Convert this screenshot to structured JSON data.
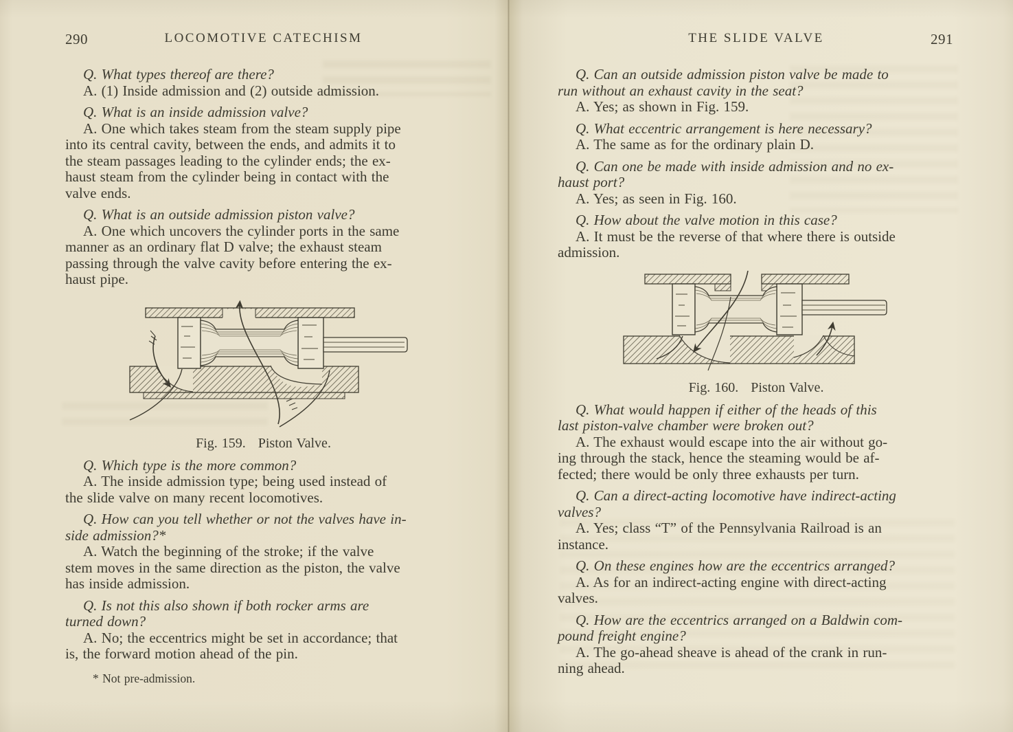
{
  "left_page": {
    "page_number": "290",
    "running_head": "LOCOMOTIVE CATECHISM",
    "paragraphs": [
      {
        "style": "q",
        "text": "Q. What types thereof are there?"
      },
      {
        "style": "a",
        "text": "A. (1) Inside admission and (2) outside admission."
      },
      {
        "style": "q",
        "text": "Q. What is an inside admission valve?"
      },
      {
        "style": "a",
        "text": "A. One which takes steam from the steam supply pipe\ninto its central cavity, between the ends, and admits it to\nthe steam passages leading to the cylinder ends; the ex-\nhaust steam from the cylinder being in contact with the\nvalve ends."
      },
      {
        "style": "q",
        "text": "Q. What is an outside admission piston valve?"
      },
      {
        "style": "a",
        "text": "A. One which uncovers the cylinder ports in the same\nmanner as an ordinary flat D valve; the exhaust steam\npassing through the valve cavity before entering the ex-\nhaust pipe."
      },
      {
        "style": "q",
        "text": "Q. Which type is the more common?"
      },
      {
        "style": "a",
        "text": "A. The inside admission type; being used instead of\nthe slide valve on many recent locomotives."
      },
      {
        "style": "q",
        "text": "Q. How can you tell whether or not the valves have in-\nside admission?*"
      },
      {
        "style": "a",
        "text": "A. Watch the beginning of the stroke; if the valve\nstem moves in the same direction as the piston, the valve\nhas inside admission."
      },
      {
        "style": "q",
        "text": "Q. Is not this also shown if both rocker arms are\nturned down?"
      },
      {
        "style": "a",
        "text": "A. No; the eccentrics might be set in accordance; that\nis, the forward motion ahead of the pin."
      }
    ],
    "figure_caption": "Fig. 159.   Piston Valve.",
    "footnote": "* Not pre-admission."
  },
  "right_page": {
    "page_number": "291",
    "running_head": "THE SLIDE VALVE",
    "paragraphs": [
      {
        "style": "q",
        "text": "Q. Can an outside admission piston valve be made to\nrun without an exhaust cavity in the seat?"
      },
      {
        "style": "a",
        "text": "A. Yes; as shown in Fig. 159."
      },
      {
        "style": "q",
        "text": "Q. What eccentric arrangement is here necessary?"
      },
      {
        "style": "a",
        "text": "A. The same as for the ordinary plain D."
      },
      {
        "style": "q",
        "text": "Q. Can one be made with inside admission and no ex-\nhaust port?"
      },
      {
        "style": "a",
        "text": "A. Yes; as seen in Fig. 160."
      },
      {
        "style": "q",
        "text": "Q. How about the valve motion in this case?"
      },
      {
        "style": "a",
        "text": "A. It must be the reverse of that where there is outside\nadmission."
      },
      {
        "style": "q",
        "text": "Q. What would happen if either of the heads of this\nlast piston-valve chamber were broken out?"
      },
      {
        "style": "a",
        "text": "A. The exhaust would escape into the air without go-\ning through the stack, hence the steaming would be af-\nfected; there would be only three exhausts per turn."
      },
      {
        "style": "q",
        "text": "Q. Can a direct-acting locomotive have indirect-acting\nvalves?"
      },
      {
        "style": "a",
        "text": "A. Yes; class “T” of the Pennsylvania Railroad is an\ninstance."
      },
      {
        "style": "q",
        "text": "Q. On these engines how are the eccentrics arranged?"
      },
      {
        "style": "a",
        "text": "A. As for an indirect-acting engine with direct-acting\nvalves."
      },
      {
        "style": "q",
        "text": "Q. How are the eccentrics arranged on a Baldwin com-\npound freight engine?"
      },
      {
        "style": "a",
        "text": "A. The go-ahead sheave is ahead of the crank in run-\nning ahead."
      }
    ],
    "figure_caption": "Fig. 160.   Piston Valve."
  }
}
